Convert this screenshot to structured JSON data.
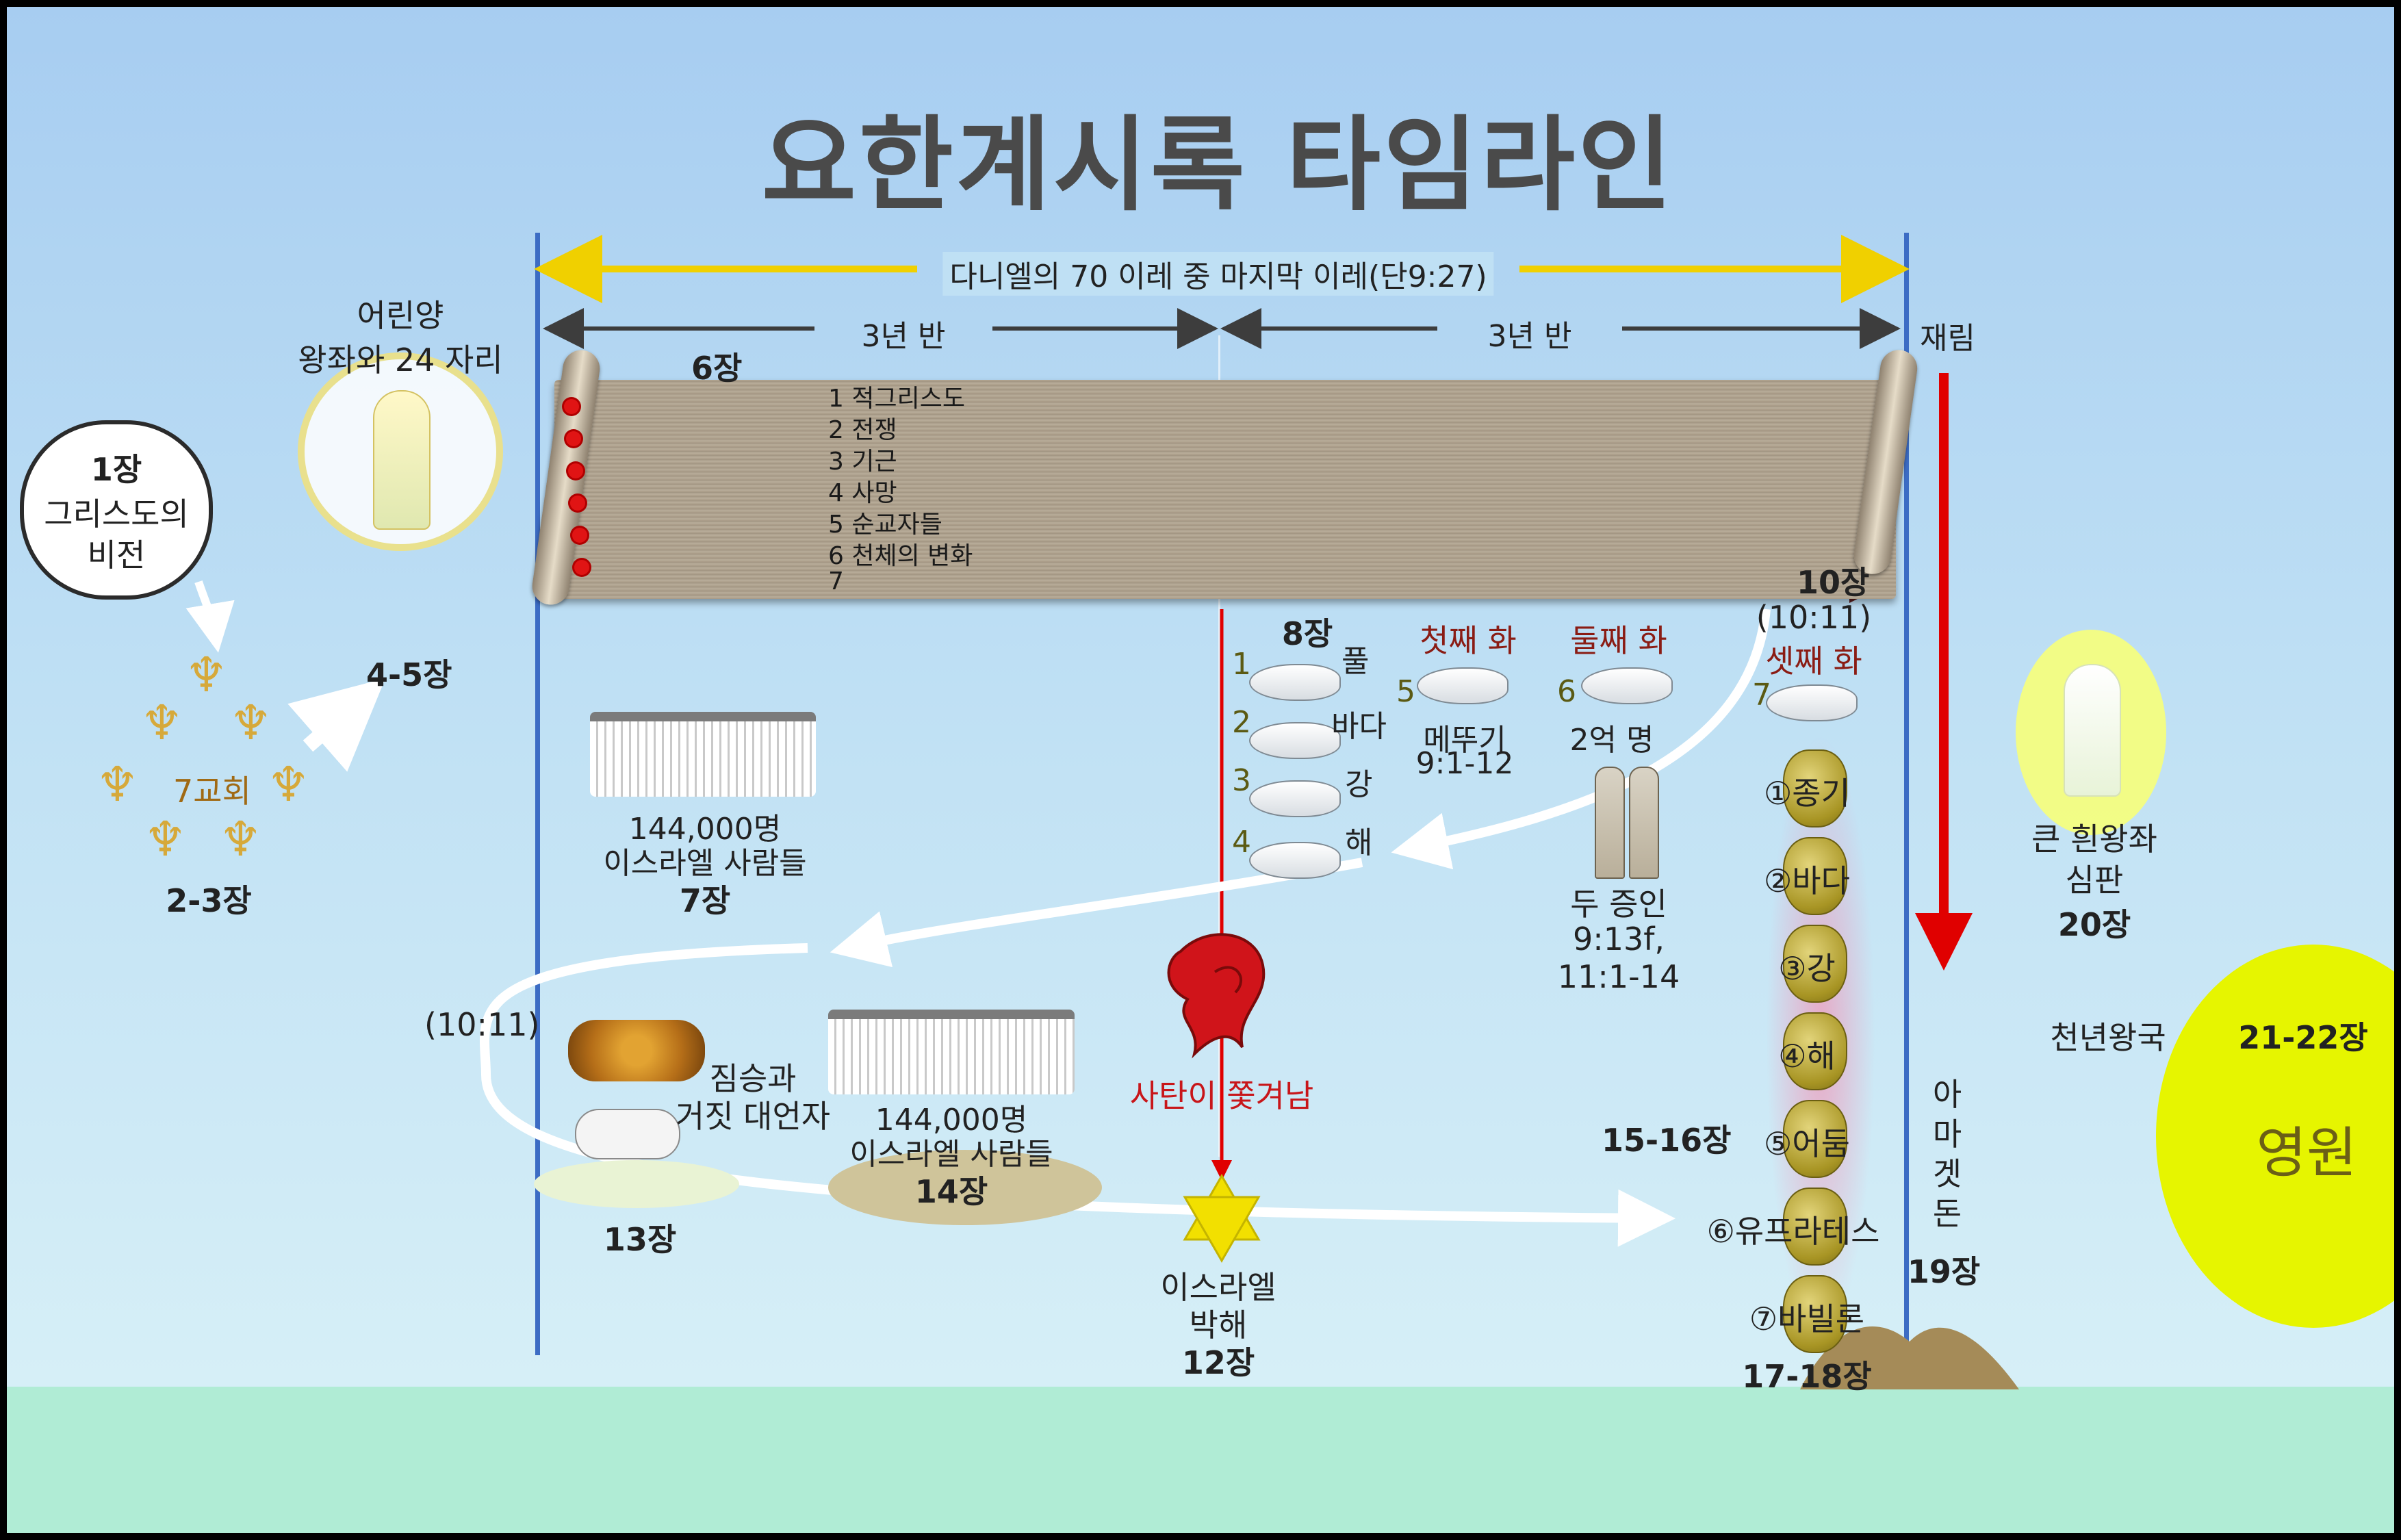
{
  "title": "요한계시록 타임라인",
  "top_span": "다니엘의 70 이레 중 마지막 이레(단9:27)",
  "half1": "3년 반",
  "half2": "3년 반",
  "return": "재림",
  "lamb": {
    "line1": "어린양",
    "line2": "왕좌와 24 자리"
  },
  "ch1": {
    "ch": "1장",
    "line1": "그리스도의",
    "line2": "비전"
  },
  "churches": {
    "label": "7교회",
    "ch": "2-3장"
  },
  "ch45": "4-5장",
  "ch6": "6장",
  "seals": [
    "1 적그리스도",
    "2 전쟁",
    "3 기근",
    "4 사망",
    "5 순교자들",
    "6 천체의 변화",
    "7"
  ],
  "ch7": {
    "line1": "144,000명",
    "line2": "이스라엘 사람들",
    "ch": "7장"
  },
  "ch8": "8장",
  "trumpets": {
    "n1": "1",
    "t1": "풀",
    "n2": "2",
    "t2": "바다",
    "n3": "3",
    "t3": "강",
    "n4": "4",
    "t4": "해",
    "n5": "5",
    "t5a": "메뚜기",
    "t5b": "9:1-12",
    "n6": "6",
    "t6": "2억 명",
    "n7": "7"
  },
  "woes": {
    "w1": "첫째 화",
    "w2": "둘째 화",
    "w3": "셋째 화"
  },
  "ch10": {
    "ch": "10장",
    "ref": "(10:11)"
  },
  "two_witnesses": {
    "line1": "두 증인",
    "line2": "9:13f,",
    "line3": "11:1-14"
  },
  "bowls": [
    "①종기",
    "②바다",
    "③강",
    "④해",
    "⑤어둠",
    "⑥유프라테스",
    "⑦바빌론"
  ],
  "ch1516": "15-16장",
  "ch1718": "17-18장",
  "satan": "사탄이 쫓겨남",
  "israel": {
    "line1": "이스라엘",
    "line2": "박해",
    "ch": "12장"
  },
  "ref1011": "(10:11)",
  "beast": {
    "line1": "짐승과",
    "line2": "거짓 대언자",
    "ch": "13장"
  },
  "ch14": {
    "line1": "144,000명",
    "line2": "이스라엘 사람들",
    "ch": "14장"
  },
  "armageddon": {
    "text": "아마겟돈",
    "ch": "19장"
  },
  "throne": {
    "line1": "큰 흰왕좌",
    "line2": "심판",
    "ch": "20장"
  },
  "millennium": "천년왕국",
  "ch2122": "21-22장",
  "eternity": "영원",
  "colors": {
    "sky": "#a7cdf1",
    "ground": "#b0ecd5",
    "timeline_bar": "#3c6cc4",
    "red_arrow": "#e00000",
    "gold_span": "#f0d000",
    "eternity_sun": "#e6f500"
  }
}
